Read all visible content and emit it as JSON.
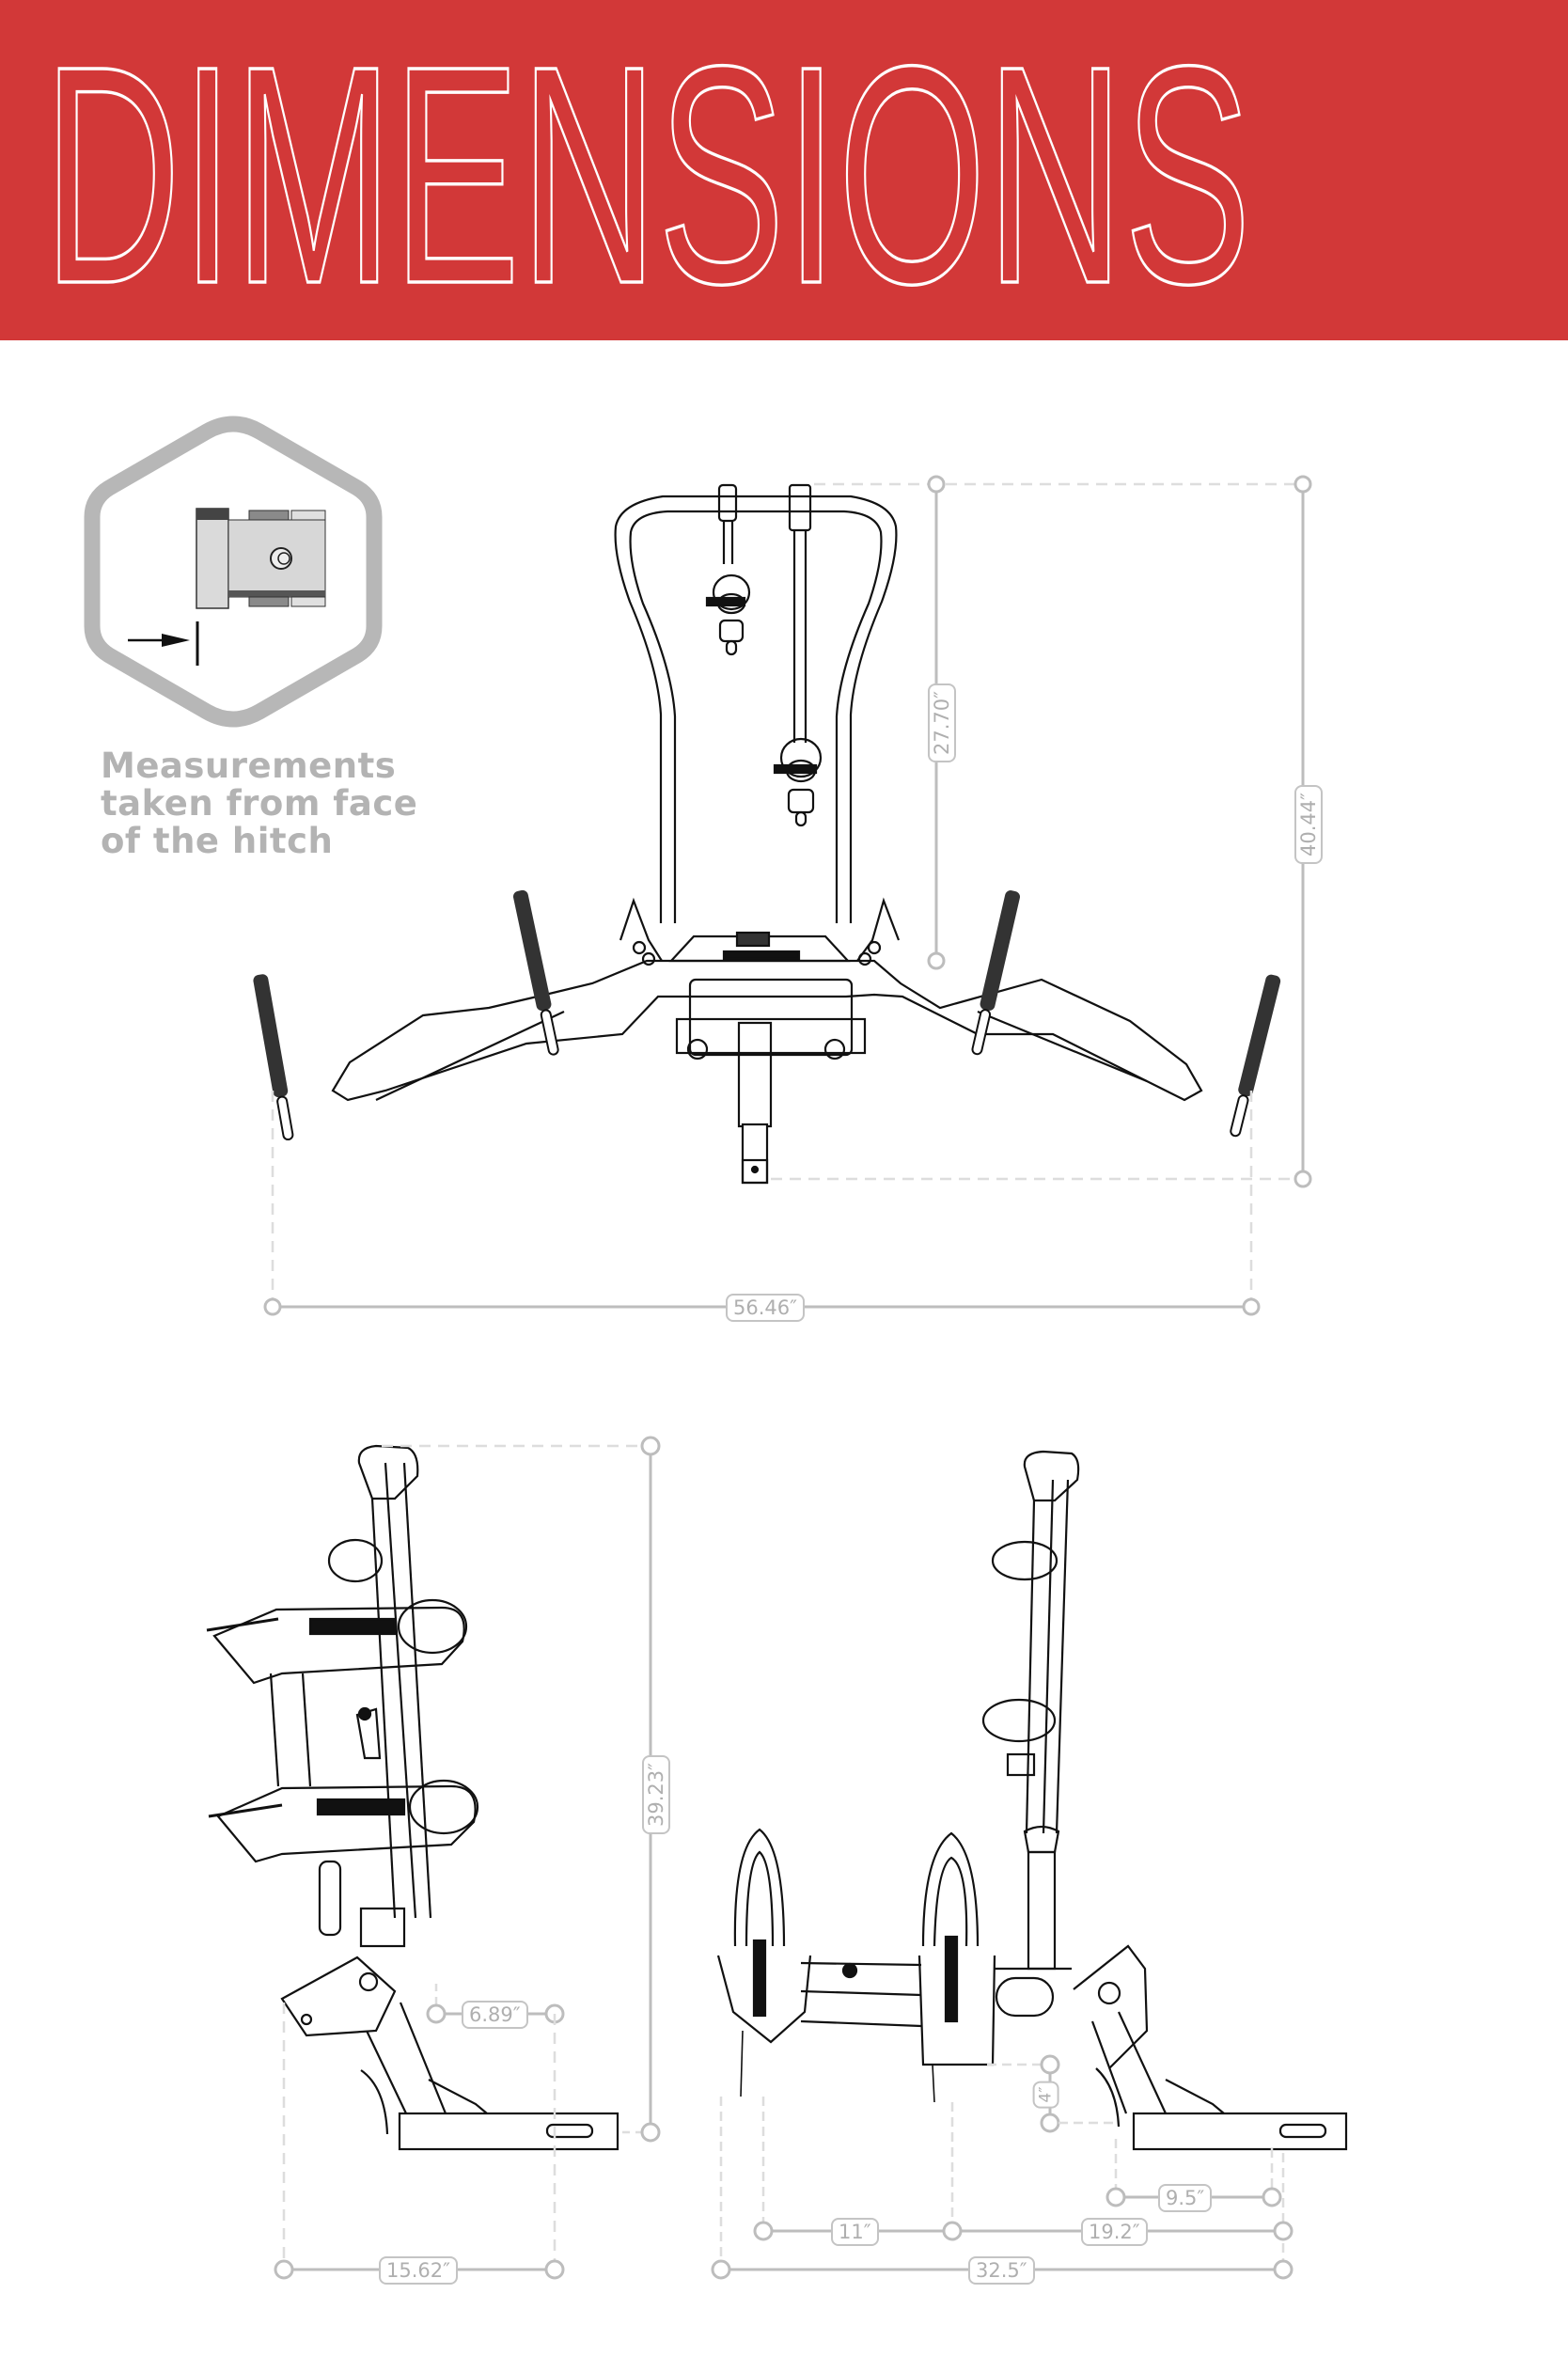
{
  "header": {
    "title": "DIMENSIONS",
    "background_color": "#D23838",
    "text_style": "outlined white"
  },
  "hitch_note": {
    "icon": "hexagon-hitch-face-icon",
    "lines": [
      "Measurements",
      "taken from face",
      "of the hitch"
    ],
    "text_color": "#B3B3B3"
  },
  "views": {
    "front": {
      "name": "front-view",
      "dimensions": {
        "height_upper": "27.70″",
        "height_total": "40.44″",
        "width_total": "56.46″"
      }
    },
    "side_folded": {
      "name": "side-view-folded",
      "dimensions": {
        "height_total": "39.23″",
        "hitch_offset": "6.89″",
        "depth_total": "15.62″"
      }
    },
    "side_deployed": {
      "name": "side-view-deployed",
      "dimensions": {
        "rise": "4″",
        "hitch_offset": "9.5″",
        "tray_spacing": "11″",
        "tray_to_hitch": "19.2″",
        "depth_total": "32.5″"
      }
    }
  },
  "colors": {
    "dimension_line": "#BDBDBD",
    "guide_dashed": "#DDDDDD",
    "drawing_stroke": "#111111"
  }
}
